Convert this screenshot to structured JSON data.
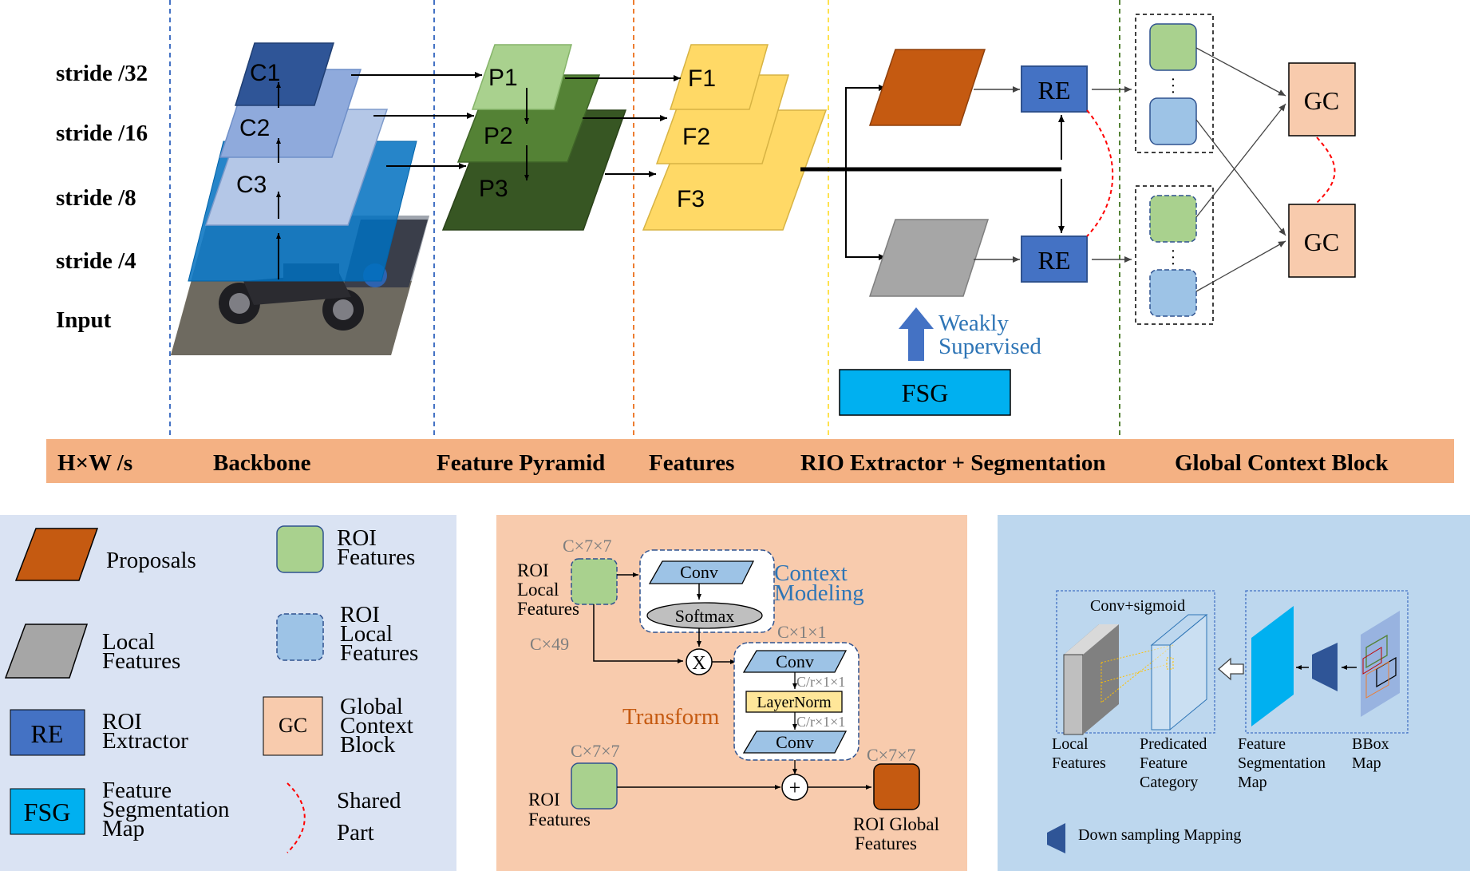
{
  "colors": {
    "band": "#F4B183",
    "legend_bg": "#DAE3F3",
    "transform_bg": "#F8CBAD",
    "fsgmap_bg": "#BDD7EE",
    "proposal": "#C55A11",
    "local": "#A6A6A6",
    "re": "#4472C4",
    "fsg": "#00B0F0",
    "gc": "#F8CBAD",
    "roi_green": "#A9D18E",
    "roi_blue": "#9DC3E6",
    "c1": "#2F5597",
    "c2": "#8FAADC",
    "c3": "#B4C7E7",
    "c4": "#0070C0",
    "p1": "#A9D18E",
    "p2": "#548235",
    "p3": "#375623",
    "f": "#FFD966"
  },
  "strides": [
    "stride  /32",
    "stride  /16",
    "stride  /8",
    "stride  /4",
    "Input"
  ],
  "backbone": [
    "C1",
    "C2",
    "C3"
  ],
  "pyramid": [
    "P1",
    "P2",
    "P3"
  ],
  "features": [
    "F1",
    "F2",
    "F3"
  ],
  "re_label": "RE",
  "gc_label": "GC",
  "fsg_label": "FSG",
  "weakly": [
    "Weakly",
    "Supervised"
  ],
  "stages": {
    "hw": "H×W /s",
    "backbone": "Backbone",
    "pyramid": "Feature Pyramid",
    "features": "Features",
    "rio": "RIO Extractor + Segmentation",
    "gcb": "Global Context Block"
  },
  "legend": {
    "proposals": "Proposals",
    "local": [
      "Local",
      "Features"
    ],
    "re_abbr": "RE",
    "re": [
      "ROI",
      "Extractor"
    ],
    "fsg_abbr": "FSG",
    "fsg": [
      "Feature",
      "Segmentation",
      "Map"
    ],
    "roi": [
      "ROI",
      "Features"
    ],
    "roi_local": [
      "ROI",
      "Local",
      "Features"
    ],
    "gc_abbr": "GC",
    "gc": [
      "Global",
      "Context",
      "Block"
    ],
    "shared": [
      "Shared",
      "Part"
    ]
  },
  "transform": {
    "roi_local": [
      "ROI",
      "Local",
      "Features"
    ],
    "c77_a": "C×7×7",
    "c49": "C×49",
    "conv1": "Conv",
    "softmax": "Softmax",
    "context": [
      "Context",
      "Modeling"
    ],
    "c11": "C×1×1",
    "conv2": "Conv",
    "cr_a": "C/r×1×1",
    "layernorm": "LayerNorm",
    "cr_b": "C/r×1×1",
    "conv3": "Conv",
    "transform": "Transform",
    "c77_b": "C×7×7",
    "roi": [
      "ROI",
      "Features"
    ],
    "c77_c": "C×7×7",
    "global": [
      "ROI Global",
      "Features"
    ],
    "mult": "X",
    "plus": "+"
  },
  "fsgmap": {
    "conv_sigmoid": "Conv+sigmoid",
    "local": [
      "Local",
      "Features"
    ],
    "predicated": [
      "Predicated",
      "Feature",
      "Category"
    ],
    "fsm": [
      "Feature",
      "Segmentation",
      "Map"
    ],
    "bbox": [
      "BBox",
      "Map"
    ],
    "down": "Down sampling Mapping"
  }
}
